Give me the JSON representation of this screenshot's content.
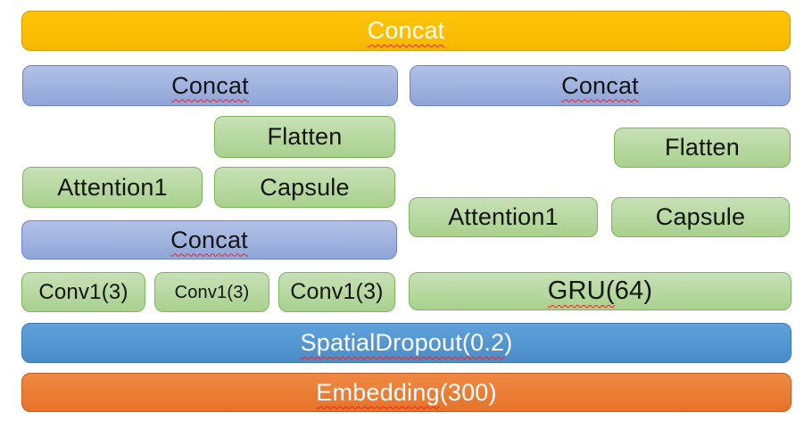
{
  "diagram": {
    "output_concat": "Concat",
    "left_branch": {
      "concat": "Concat",
      "flatten": "Flatten",
      "attention": "Attention1",
      "capsule": "Capsule",
      "inner_concat": "Concat",
      "convs": [
        "Conv1(3)",
        "Conv1(3)",
        "Conv1(3)"
      ]
    },
    "right_branch": {
      "concat": "Concat",
      "flatten": "Flatten",
      "attention": "Attention1",
      "capsule": "Capsule",
      "gru_prefix": "GRU(",
      "gru_suffix": "64)"
    },
    "spatial_dropout_prefix": "SpatialDropout(0.2",
    "spatial_dropout_suffix": ")",
    "embedding_prefix": "Embedding",
    "embedding_suffix": "(300)"
  },
  "colors": {
    "gold": "#FFC000",
    "periwinkle": "#8FAADC",
    "green": "#A9D18E",
    "blue": "#5B9BD5",
    "orange": "#ED7D31",
    "squiggle_red": "#EE2222"
  }
}
